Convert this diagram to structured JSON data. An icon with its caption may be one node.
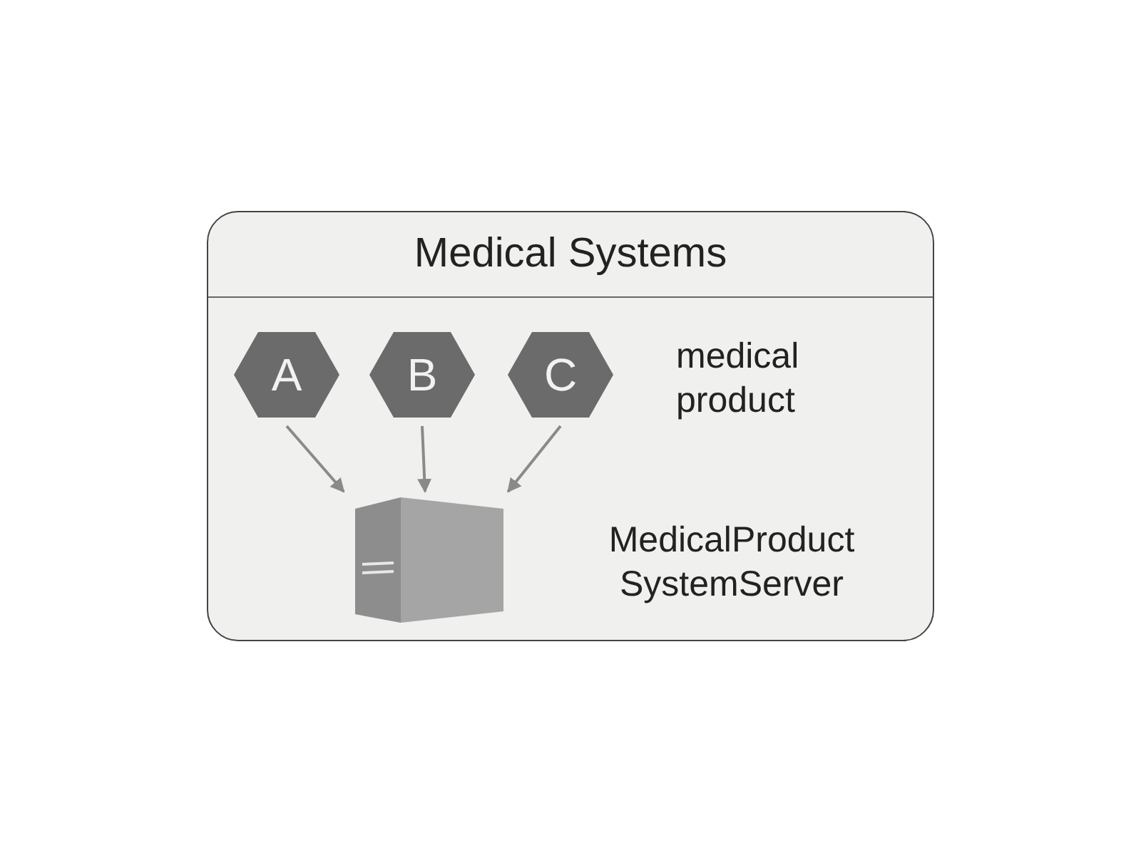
{
  "diagram": {
    "nodes": [
      {
        "text": [
          "Medical Systems"
        ]
      },
      {
        "text": [
          "A"
        ],
        "in": 0
      },
      {
        "text": [
          "B"
        ],
        "in": 0
      },
      {
        "text": [
          "C"
        ],
        "in": 0
      },
      {
        "text": [],
        "shape": "box",
        "in": 0,
        "beside": [
          "MedicalProduct SystemServer"
        ]
      }
    ],
    "edges": [
      {
        "from": 1,
        "to": 4,
        "arrow": "to"
      },
      {
        "from": 2,
        "to": 4,
        "arrow": "to"
      },
      {
        "from": 3,
        "to": 4,
        "arrow": "to"
      }
    ],
    "labels": [
      "medical product"
    ]
  }
}
